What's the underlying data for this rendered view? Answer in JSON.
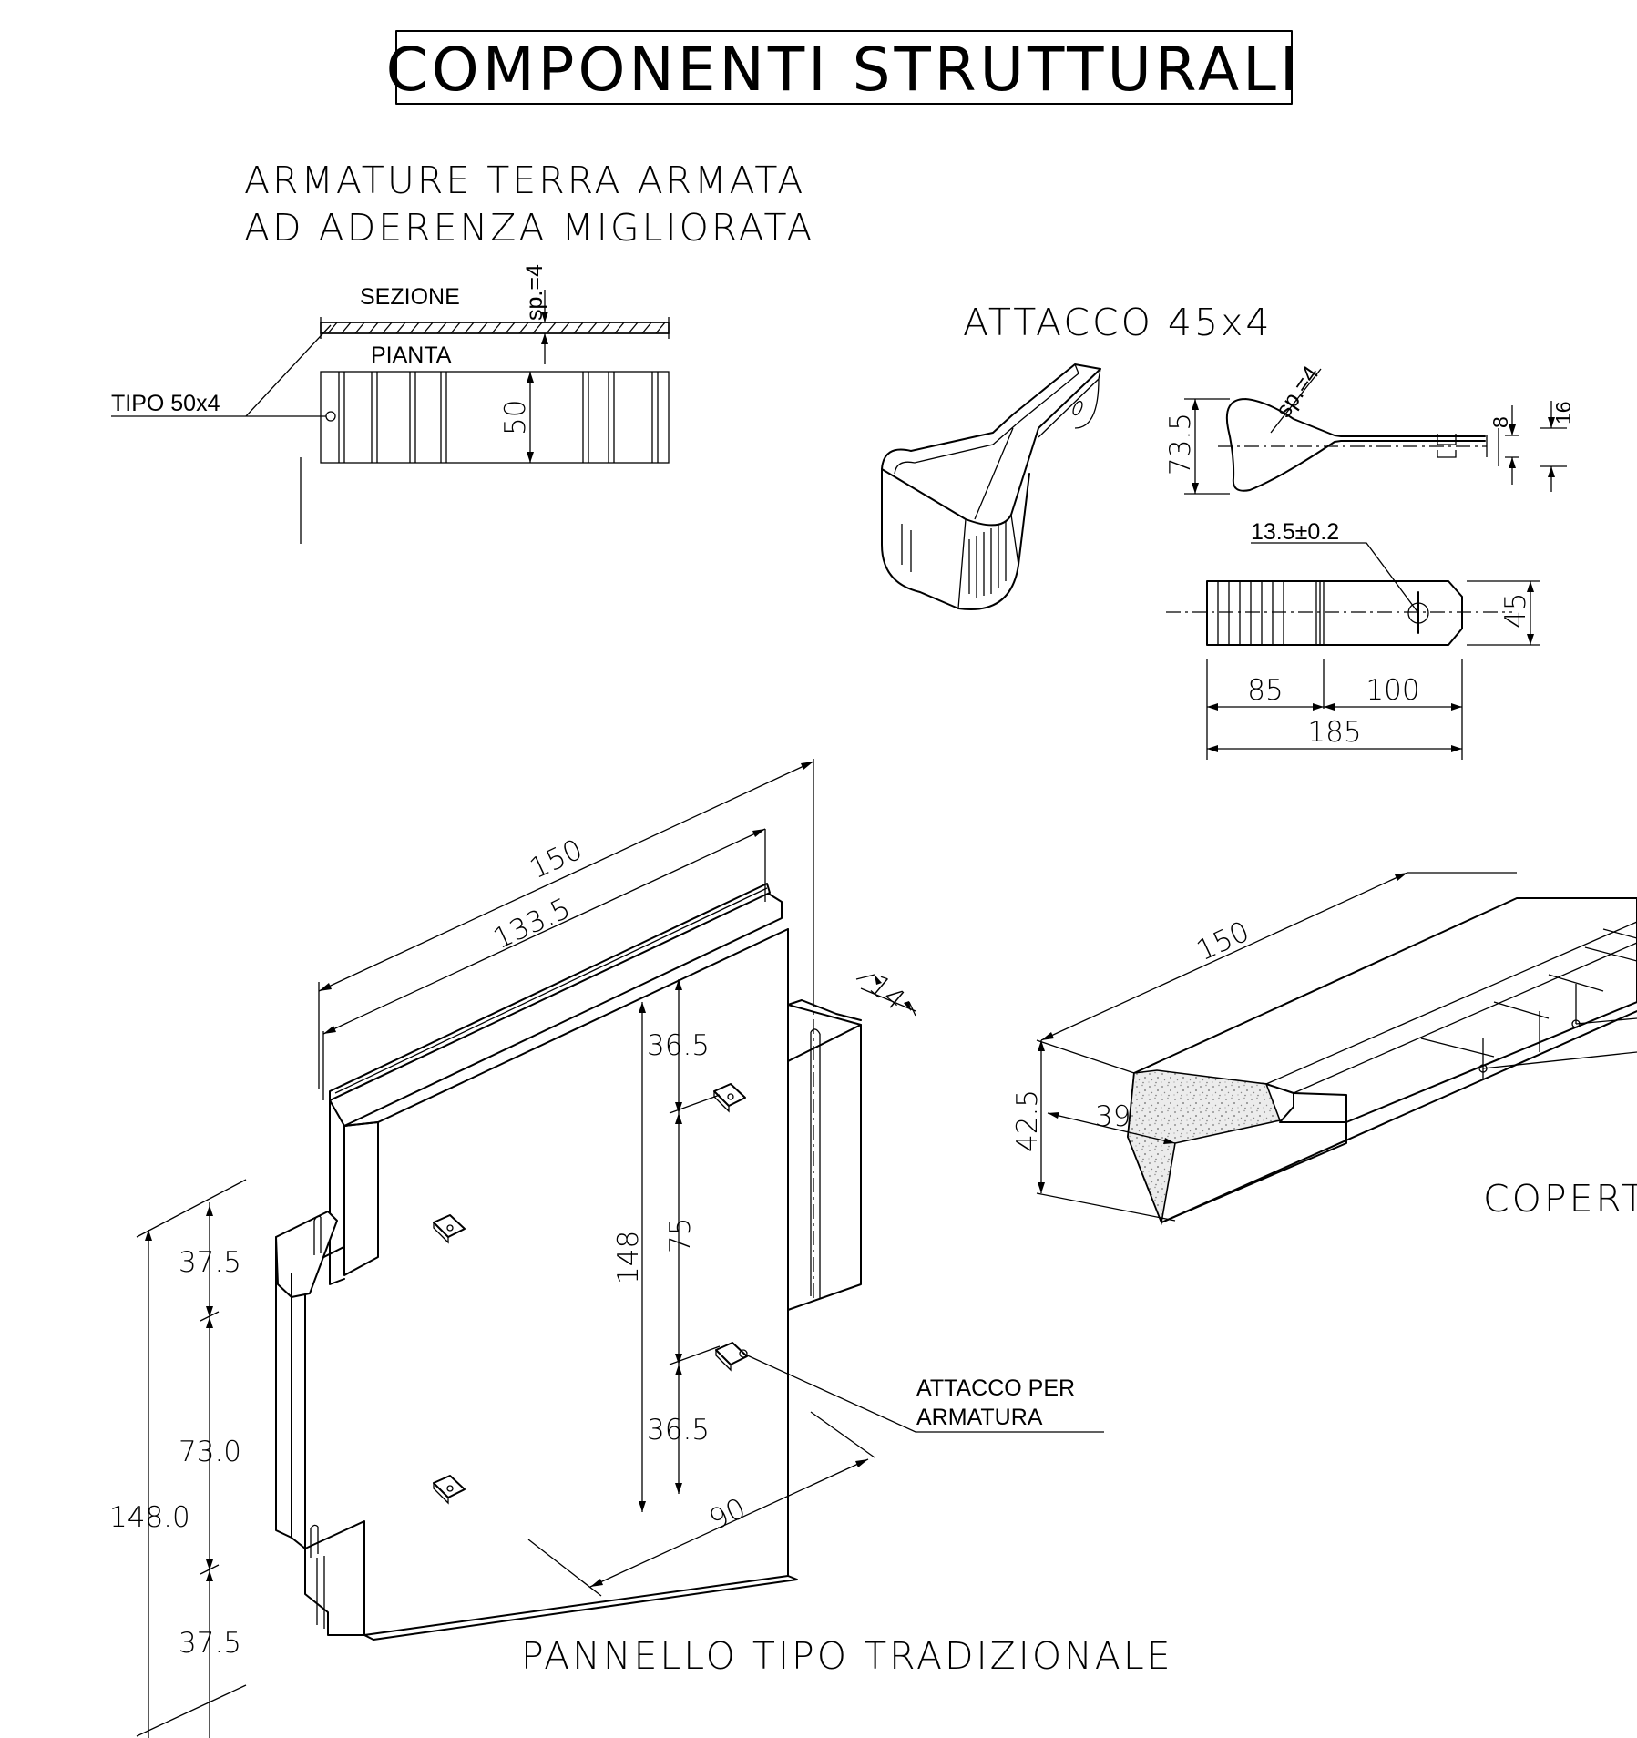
{
  "title": "COMPONENTI STRUTTURALI",
  "armature": {
    "heading_line1": "ARMATURE TERRA ARMATA",
    "heading_line2": "AD ADERENZA MIGLIORATA",
    "sezione_label": "SEZIONE",
    "pianta_label": "PIANTA",
    "tipo_label": "TIPO 50x4",
    "thickness_label": "sp.=4",
    "width_dim": "50"
  },
  "attacco": {
    "heading": "ATTACCO 45x4",
    "thickness_label": "sp.=4",
    "height_dim": "73.5",
    "dim_8": "8",
    "dim_16": "16",
    "hole_dim": "13.5±0.2",
    "width_dim": "45",
    "dim_85": "85",
    "dim_100": "100",
    "dim_185": "185"
  },
  "pannello": {
    "caption": "PANNELLO TIPO TRADIZIONALE",
    "dim_150": "150",
    "dim_133_5": "133.5",
    "dim_14": "14",
    "dim_36_5_top": "36.5",
    "dim_75": "75",
    "dim_36_5_bottom": "36.5",
    "dim_148": "148",
    "dim_90": "90",
    "dim_37_5_top": "37.5",
    "dim_73_0": "73.0",
    "dim_148_0": "148.0",
    "dim_37_5_bottom": "37.5",
    "callout_line1": "ATTACCO PER",
    "callout_line2": "ARMATURA"
  },
  "copertina": {
    "dim_150": "150",
    "dim_42_5": "42.5",
    "dim_39": "39",
    "label": "COPERT"
  }
}
